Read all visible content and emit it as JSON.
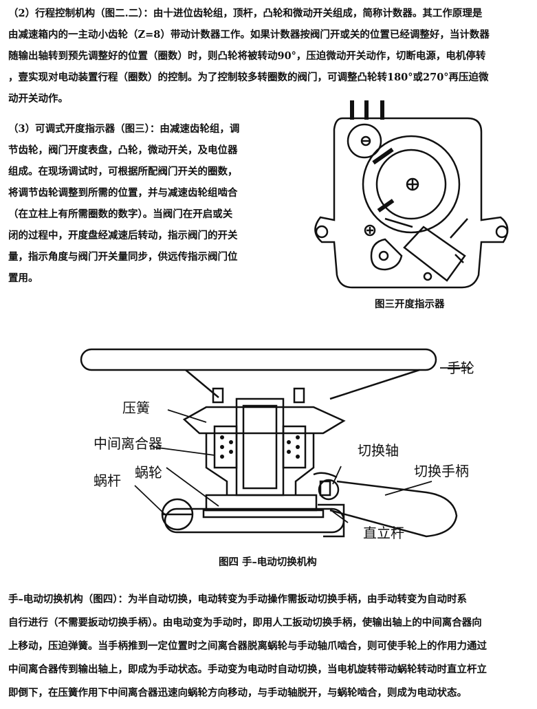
{
  "paragraph_1": {
    "lines": [
      "（2）行程控制机构（图二.二）：由十进位齿轮组，顶杆，凸轮和微动开关组成，简称计数器。其工作原理是",
      "由减速箱内的一主动小齿轮（Z=8）带动计数器工作。如果计数器按阀门开或关的位置已经调整好，当计数器",
      "随输出轴转到预先调整好的位置（圈数）时，则凸轮将被转动90°，压迫微动开关动作，切断电源，电机停转",
      "，壹实现对电动装置行程（圈数）的控制。为了控制较多转圈数的阀门，可调整凸轮转180°或270°再压迫微",
      "动开关动作。"
    ]
  },
  "paragraph_2": {
    "lines": [
      "（3）可调式开度指示器（图三）：由减速齿轮组，调",
      "节齿轮，阀门开度表盘，凸轮，微动开关，及电位器",
      "组成。在现场调试时，可根据所配阀门开关的圈数，",
      "将调节齿轮调整到所需的位置，并与减速齿轮组啮合",
      "（在立柱上有所需圈数的数字）。当阀门在开启或关",
      "闭的过程中，开度盘经减速后转动，指示阀门的开关",
      "量，指示角度与阀门开关量同步，供远传指示阀门位",
      "置用。"
    ]
  },
  "figure_3": {
    "caption": "图三开度指示器"
  },
  "figure_4": {
    "caption": "图四 手–电动切换机构",
    "labels": {
      "handwheel": "手轮",
      "spring": "压簧",
      "clutch": "中间离合器",
      "switch_shaft": "切换轴",
      "switch_handle": "切换手柄",
      "worm_wheel": "蜗轮",
      "worm": "蜗杆",
      "upright_rod": "直立杆"
    }
  },
  "paragraph_3": {
    "lines": [
      "手–电动切换机构（图四）：为半自动切换，电动转变为手动操作需扳动切换手柄，由手动转变为自动时系",
      "自行进行（不需要扳动切换手柄）。由电动变为手动时，即用人工扳动切换手柄，使输出轴上的中间离合器向",
      "上移动，压迫弹簧。当手柄推到一定位置时之间离合器脱离蜗轮与手动轴爪啮合，则可使手轮上的作用力通过",
      "中间离合器传到输出轴上，即成为手动状态。手动变为电动时自动切换，当电机旋转带动蜗轮转动时直立杆立",
      "即倒下，在压簧作用下中间离合器迅速向蜗轮方向移动，与手动轴脱开，与蜗轮啮合，则成为电动状态。"
    ]
  }
}
